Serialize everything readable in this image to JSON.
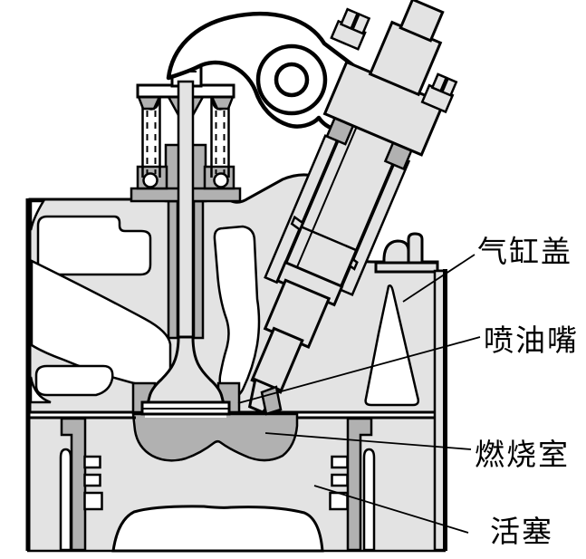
{
  "diagram": {
    "type": "engine-cross-section",
    "description": "Cross-section of a diesel engine cylinder head with overhead valve, rocker arm, fuel injector, combustion chamber bowl in piston",
    "colors": {
      "background": "#ffffff",
      "metal_light": "#e3e3e3",
      "metal_dark": "#b1b1b1",
      "outline": "#000000"
    },
    "labels": [
      {
        "id": "cylinder-head",
        "text": "气缸盖"
      },
      {
        "id": "injector-nozzle",
        "text": "喷油嘴"
      },
      {
        "id": "combustion-chamber",
        "text": "燃烧室"
      },
      {
        "id": "piston",
        "text": "活塞"
      }
    ],
    "components": [
      "rocker-arm",
      "valve-spring",
      "valve",
      "valve-guide",
      "fuel-injector",
      "injector-clamp",
      "cylinder-head",
      "combustion-chamber",
      "piston",
      "piston-rings",
      "cylinder-liner"
    ]
  }
}
